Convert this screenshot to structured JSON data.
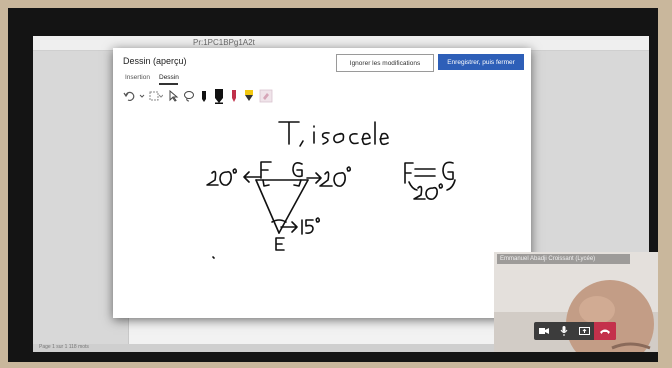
{
  "background": {
    "document_caption": "Pr:1PC1BPg1A2t",
    "status_text": "Page 1 sur 1   118 mots"
  },
  "dialog": {
    "title": "Dessin (aperçu)",
    "ignore_button": "Ignorer les modifications",
    "save_button": "Enregistrer, puis fermer",
    "tabs": [
      {
        "label": "Insertion",
        "active": false
      },
      {
        "label": "Dessin",
        "active": true
      }
    ],
    "toolbar": [
      "undo-icon",
      "dropdown-chevron-icon",
      "select-icon",
      "pointer-icon",
      "lasso-icon",
      "pen-black-icon",
      "pen-black-thick-icon",
      "pen-red-icon",
      "highlighter-yellow-icon",
      "eraser-icon"
    ],
    "colors": {
      "save_button": "#2e5fb8",
      "pen_red": "#c0304a",
      "highlighter": "#f2c811",
      "ink": "#111111"
    }
  },
  "video_call": {
    "participant_name": "Emmanuel Abadji Croissant (Lycée)",
    "controls": [
      "camera-icon",
      "mic-icon",
      "share-screen-icon",
      "hang-up-icon"
    ],
    "hang_up_color": "#c4314b"
  }
}
